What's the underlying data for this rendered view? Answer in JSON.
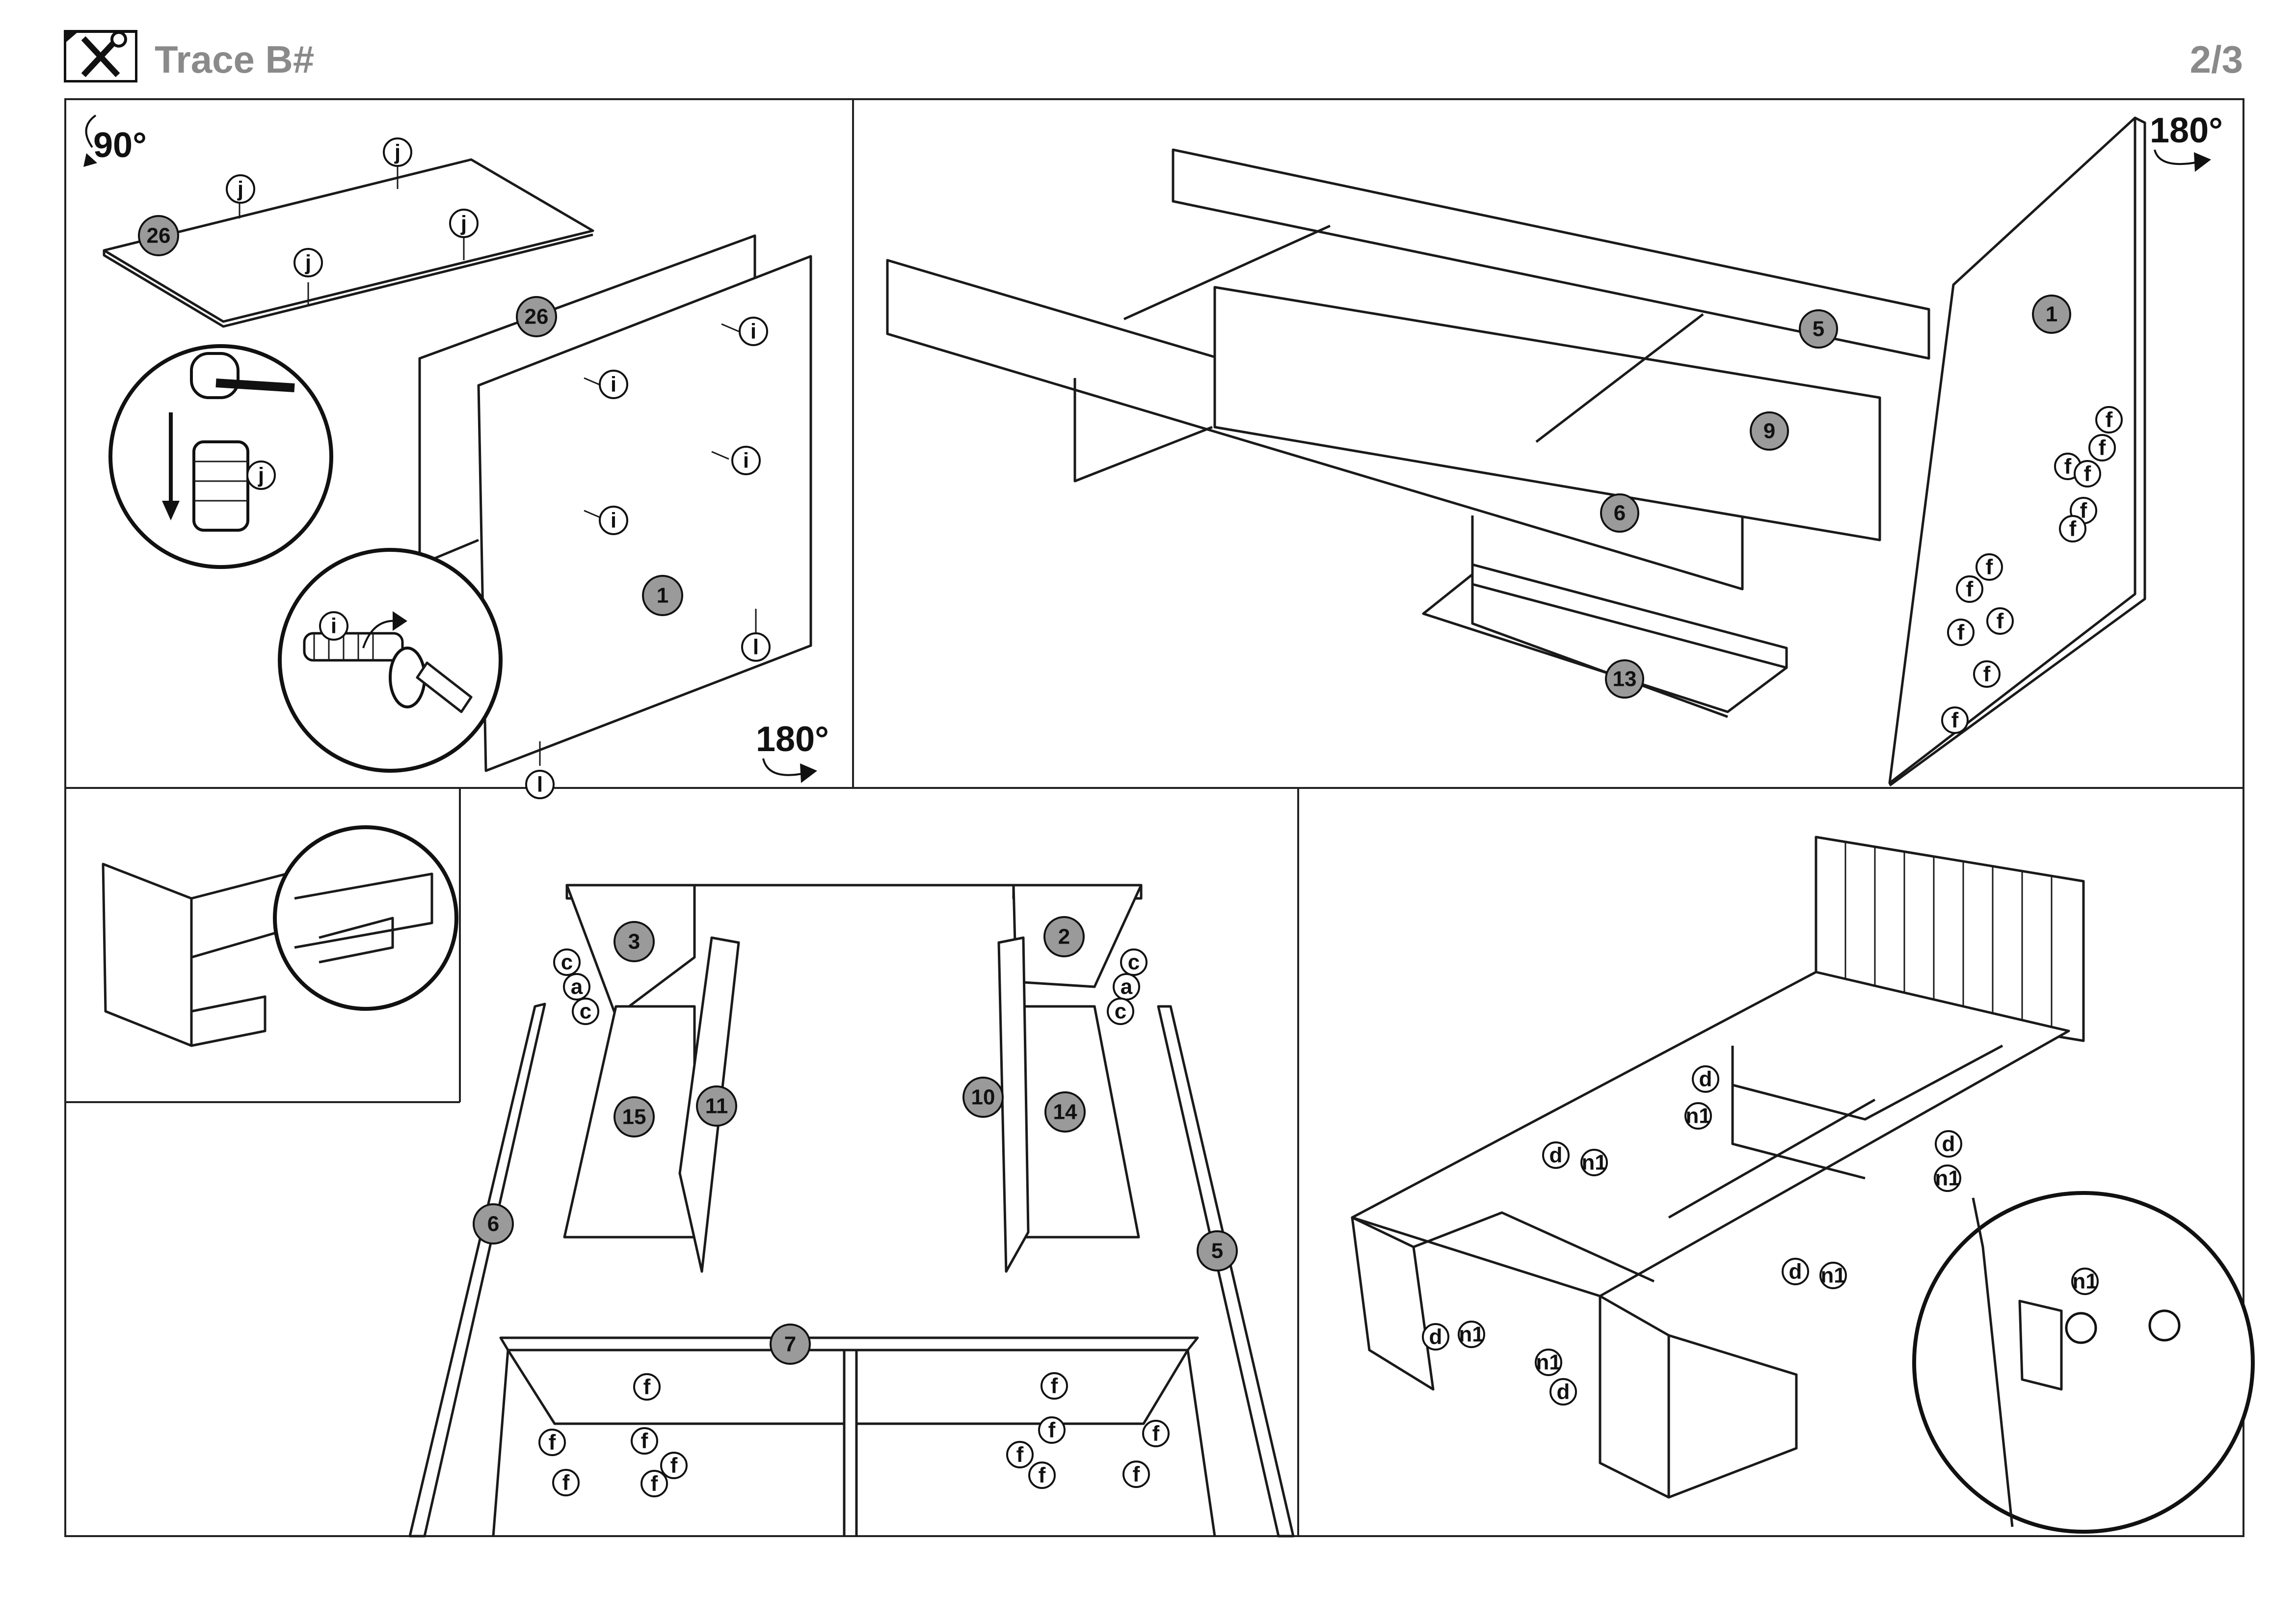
{
  "header": {
    "title": "Trace B#",
    "page": "2/3",
    "icon": "tools-icon"
  },
  "rotations": {
    "p1_top": "90°",
    "p1_bottom": "180°",
    "p2_top": "180°"
  },
  "panel1": {
    "parts": [
      "26",
      "26",
      "1"
    ],
    "fittings": [
      "j",
      "j",
      "j",
      "j",
      "j",
      "i",
      "i",
      "i",
      "i",
      "i",
      "l",
      "l"
    ]
  },
  "panel2": {
    "parts": [
      "5",
      "9",
      "6",
      "13",
      "1"
    ],
    "fittings": [
      "f",
      "f",
      "f",
      "f",
      "f",
      "f",
      "f",
      "f",
      "f",
      "f",
      "f",
      "f"
    ]
  },
  "panel4": {
    "parts": [
      "3",
      "2",
      "15",
      "11",
      "10",
      "14",
      "6",
      "5",
      "7"
    ],
    "fittings": [
      "c",
      "a",
      "c",
      "c",
      "a",
      "c",
      "f",
      "f",
      "f",
      "f",
      "f",
      "f",
      "f",
      "f",
      "f",
      "f",
      "f",
      "f"
    ]
  },
  "panel5": {
    "fittings": [
      "d",
      "n1",
      "d",
      "n1",
      "d",
      "n1",
      "d",
      "n1",
      "d",
      "n1",
      "n1",
      "d",
      "n1"
    ]
  },
  "colors": {
    "part_bubble": "#9a9a9a",
    "fitting_bubble": "#ffffff",
    "line": "#1a1a1a",
    "header_text": "#8a8a8a"
  }
}
